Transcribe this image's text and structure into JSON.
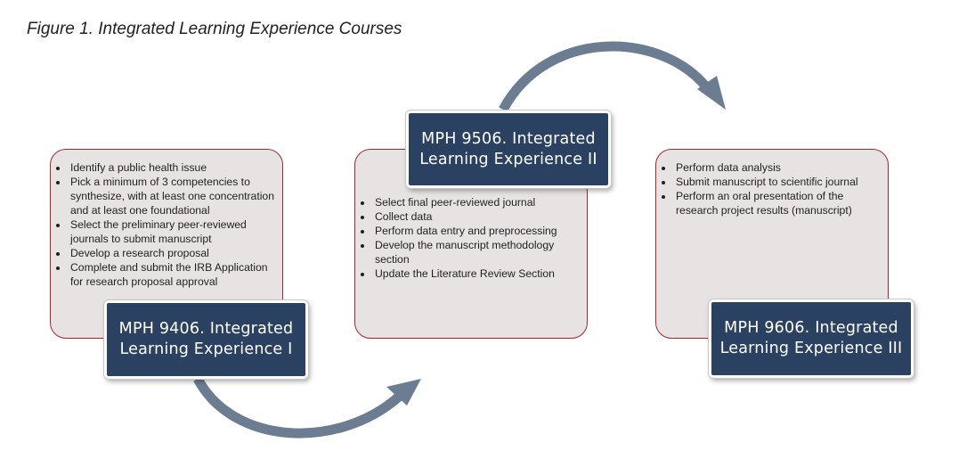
{
  "caption": "Figure 1. Integrated Learning Experience Courses",
  "courses": [
    {
      "title": "MPH 9406. Integrated\nLearning Experience I",
      "items": [
        "Identify a public health issue",
        "Pick a minimum of 3 competencies to synthesize, with at least one concentration and at least one foundational",
        "Select the preliminary peer-reviewed journals to submit manuscript",
        "Develop a research proposal",
        "Complete and submit the IRB Application for research proposal approval"
      ]
    },
    {
      "title": "MPH 9506. Integrated\nLearning Experience II",
      "items": [
        "Select final peer-reviewed journal",
        "Collect data",
        "Perform data entry and preprocessing",
        "Develop the manuscript methodology section",
        "Update the Literature Review Section"
      ]
    },
    {
      "title": "MPH 9606. Integrated\nLearning Experience III",
      "items": [
        "Perform data analysis",
        "Submit manuscript to scientific journal",
        "Perform an oral presentation of the research project results (manuscript)"
      ]
    }
  ],
  "colors": {
    "card_fill": "#e7e3e3",
    "card_border": "#a3262f",
    "label_fill": "#2b4162",
    "arrow": "#6c7d92"
  }
}
